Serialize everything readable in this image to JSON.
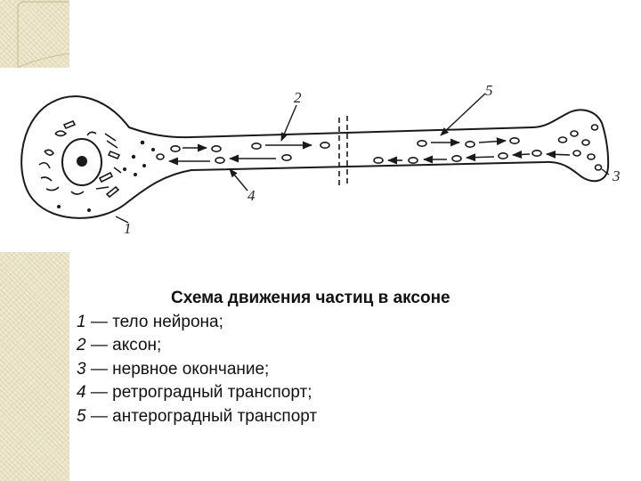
{
  "figure": {
    "labels": [
      "1",
      "2",
      "3",
      "4",
      "5"
    ]
  },
  "caption": {
    "title": "Схема движения частиц в аксоне",
    "items": [
      {
        "num": "1",
        "text": " — тело нейрона;"
      },
      {
        "num": "2",
        "text": " — аксон;"
      },
      {
        "num": "3",
        "text": " — нервное окончание;"
      },
      {
        "num": "4",
        "text": " — ретроградный транспорт;"
      },
      {
        "num": "5",
        "text": " — антероградный транспорт"
      }
    ]
  },
  "colors": {
    "ink": "#1a1a1a",
    "decor": "#eee8cf",
    "background": "#ffffff"
  }
}
